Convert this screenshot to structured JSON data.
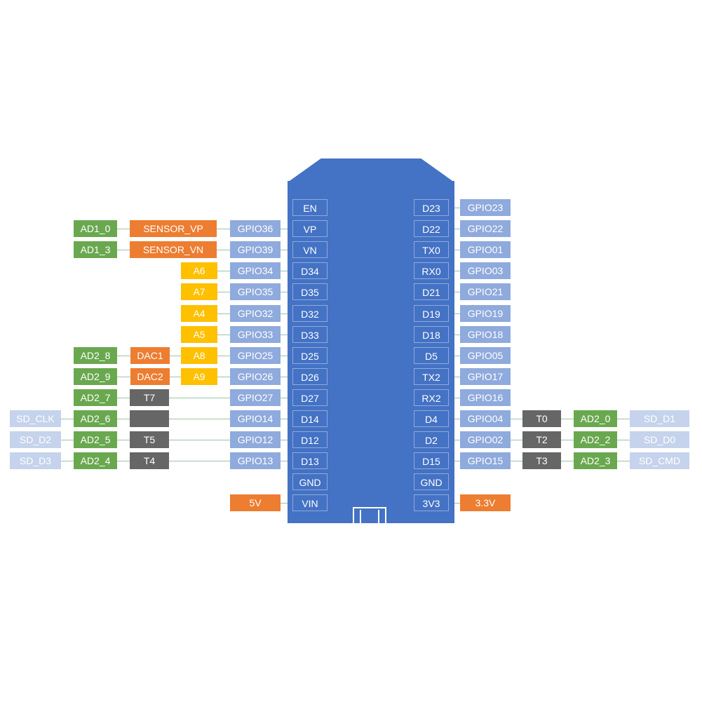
{
  "colors": {
    "board": "#4472c4",
    "gpio": "#8faadc",
    "sd": "#c5d3ec",
    "adc": "#6aa84f",
    "special": "#ed7d31",
    "analog": "#ffc000",
    "touch": "#666666",
    "wire": "#9dc3a8"
  },
  "left_pins": [
    {
      "pin": "EN",
      "gpio": "",
      "analog": "",
      "special": "",
      "adc": "",
      "touch": "",
      "sd": ""
    },
    {
      "pin": "VP",
      "gpio": "GPIO36",
      "analog": "",
      "special": "SENSOR_VP",
      "adc": "AD1_0",
      "touch": "",
      "sd": ""
    },
    {
      "pin": "VN",
      "gpio": "GPIO39",
      "analog": "",
      "special": "SENSOR_VN",
      "adc": "AD1_3",
      "touch": "",
      "sd": ""
    },
    {
      "pin": "D34",
      "gpio": "GPIO34",
      "analog": "A6",
      "special": "",
      "adc": "",
      "touch": "",
      "sd": ""
    },
    {
      "pin": "D35",
      "gpio": "GPIO35",
      "analog": "A7",
      "special": "",
      "adc": "",
      "touch": "",
      "sd": ""
    },
    {
      "pin": "D32",
      "gpio": "GPIO32",
      "analog": "A4",
      "special": "",
      "adc": "",
      "touch": "",
      "sd": ""
    },
    {
      "pin": "D33",
      "gpio": "GPIO33",
      "analog": "A5",
      "special": "",
      "adc": "",
      "touch": "",
      "sd": ""
    },
    {
      "pin": "D25",
      "gpio": "GPIO25",
      "analog": "A8",
      "special": "DAC1",
      "adc": "AD2_8",
      "touch": "",
      "sd": ""
    },
    {
      "pin": "D26",
      "gpio": "GPIO26",
      "analog": "A9",
      "special": "DAC2",
      "adc": "AD2_9",
      "touch": "",
      "sd": ""
    },
    {
      "pin": "D27",
      "gpio": "GPIO27",
      "analog": "",
      "special": "",
      "adc": "AD2_7",
      "touch": "T7",
      "sd": ""
    },
    {
      "pin": "D14",
      "gpio": "GPIO14",
      "analog": "",
      "special": "",
      "adc": "AD2_6",
      "touch": " ",
      "sd": "SD_CLK"
    },
    {
      "pin": "D12",
      "gpio": "GPIO12",
      "analog": "",
      "special": "",
      "adc": "AD2_5",
      "touch": "T5",
      "sd": "SD_D2"
    },
    {
      "pin": "D13",
      "gpio": "GPIO13",
      "analog": "",
      "special": "",
      "adc": "AD2_4",
      "touch": "T4",
      "sd": "SD_D3"
    },
    {
      "pin": "GND",
      "gpio": "",
      "analog": "",
      "special": "",
      "adc": "",
      "touch": "",
      "sd": ""
    },
    {
      "pin": "VIN",
      "gpio": "",
      "analog": "",
      "special": "",
      "adc": "",
      "touch": "",
      "sd": "",
      "power": "5V"
    }
  ],
  "right_pins": [
    {
      "pin": "D23",
      "gpio": "GPIO23",
      "touch": "",
      "adc": "",
      "sd": ""
    },
    {
      "pin": "D22",
      "gpio": "GPIO22",
      "touch": "",
      "adc": "",
      "sd": ""
    },
    {
      "pin": "TX0",
      "gpio": "GPIO01",
      "touch": "",
      "adc": "",
      "sd": ""
    },
    {
      "pin": "RX0",
      "gpio": "GPIO03",
      "touch": "",
      "adc": "",
      "sd": ""
    },
    {
      "pin": "D21",
      "gpio": "GPIO21",
      "touch": "",
      "adc": "",
      "sd": ""
    },
    {
      "pin": "D19",
      "gpio": "GPIO19",
      "touch": "",
      "adc": "",
      "sd": ""
    },
    {
      "pin": "D18",
      "gpio": "GPIO18",
      "touch": "",
      "adc": "",
      "sd": ""
    },
    {
      "pin": "D5",
      "gpio": "GPIO05",
      "touch": "",
      "adc": "",
      "sd": ""
    },
    {
      "pin": "TX2",
      "gpio": "GPIO17",
      "touch": "",
      "adc": "",
      "sd": ""
    },
    {
      "pin": "RX2",
      "gpio": "GPIO16",
      "touch": "",
      "adc": "",
      "sd": ""
    },
    {
      "pin": "D4",
      "gpio": "GPIO04",
      "touch": "T0",
      "adc": "AD2_0",
      "sd": "SD_D1"
    },
    {
      "pin": "D2",
      "gpio": "GPIO02",
      "touch": "T2",
      "adc": "AD2_2",
      "sd": "SD_D0"
    },
    {
      "pin": "D15",
      "gpio": "GPIO15",
      "touch": "T3",
      "adc": "AD2_3",
      "sd": "SD_CMD"
    },
    {
      "pin": "GND",
      "gpio": "",
      "touch": "",
      "adc": "",
      "sd": ""
    },
    {
      "pin": "3V3",
      "gpio": "",
      "touch": "",
      "adc": "",
      "sd": "",
      "power": "3.3V"
    }
  ]
}
